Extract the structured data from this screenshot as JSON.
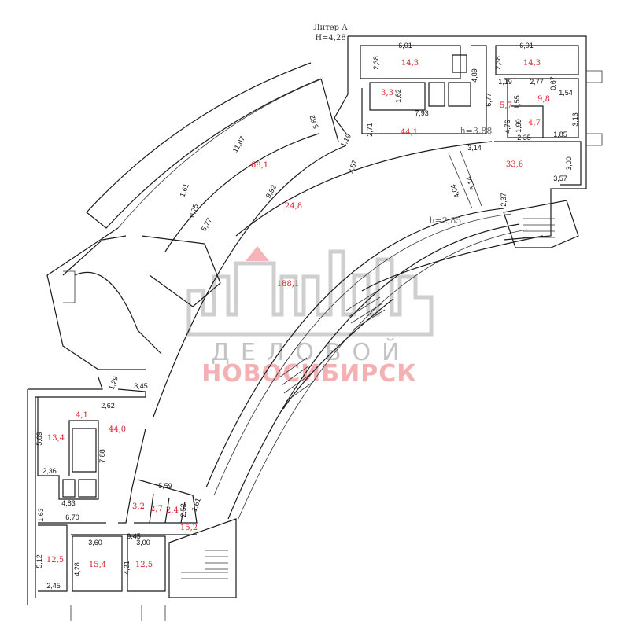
{
  "header": {
    "liter": "Литер А",
    "height": "Н=4,28"
  },
  "heights": [
    "h=3,88",
    "h=2,85"
  ],
  "watermark": {
    "line1": "ДЕЛОВОЙ",
    "line2": "НОВОСИБИРСК"
  },
  "colors": {
    "area_labels": "#d2232a",
    "watermark_red": "#f3a3a6",
    "watermark_grey": "#b5b5b5"
  },
  "areas": [
    "14,3",
    "3,3",
    "44,1",
    "14,3",
    "5,7",
    "9,8",
    "4,7",
    "33,6",
    "68,1",
    "24,8",
    "188,1",
    "4,1",
    "44,0",
    "13,4",
    "3,2",
    "2,7",
    "2,4",
    "15,2",
    "12,5",
    "15,4",
    "12,5"
  ],
  "dimensions": [
    "6,01",
    "2,38",
    "1,62",
    "4,89",
    "7,93",
    "6,77",
    "2,71",
    "6,01",
    "2,38",
    "1,19",
    "2,77",
    "0,67",
    "1,54",
    "1,55",
    "3,13",
    "4,76",
    "1,99",
    "2,35",
    "1,85",
    "3,14",
    "3,00",
    "3,57",
    "2,37",
    "4,04",
    "5,14",
    "5,82",
    "11,87",
    "1,61",
    "0,75",
    "9,92",
    "5,77",
    "1,19",
    "3,57",
    "1,29",
    "3,45",
    "2,62",
    "5,69",
    "7,88",
    "2,36",
    "4,83",
    "1,63",
    "6,70",
    "5,59",
    "1,61",
    "2,52",
    "9,45",
    "3,60",
    "3,00",
    "5,12",
    "4,28",
    "4,21",
    "2,45"
  ]
}
